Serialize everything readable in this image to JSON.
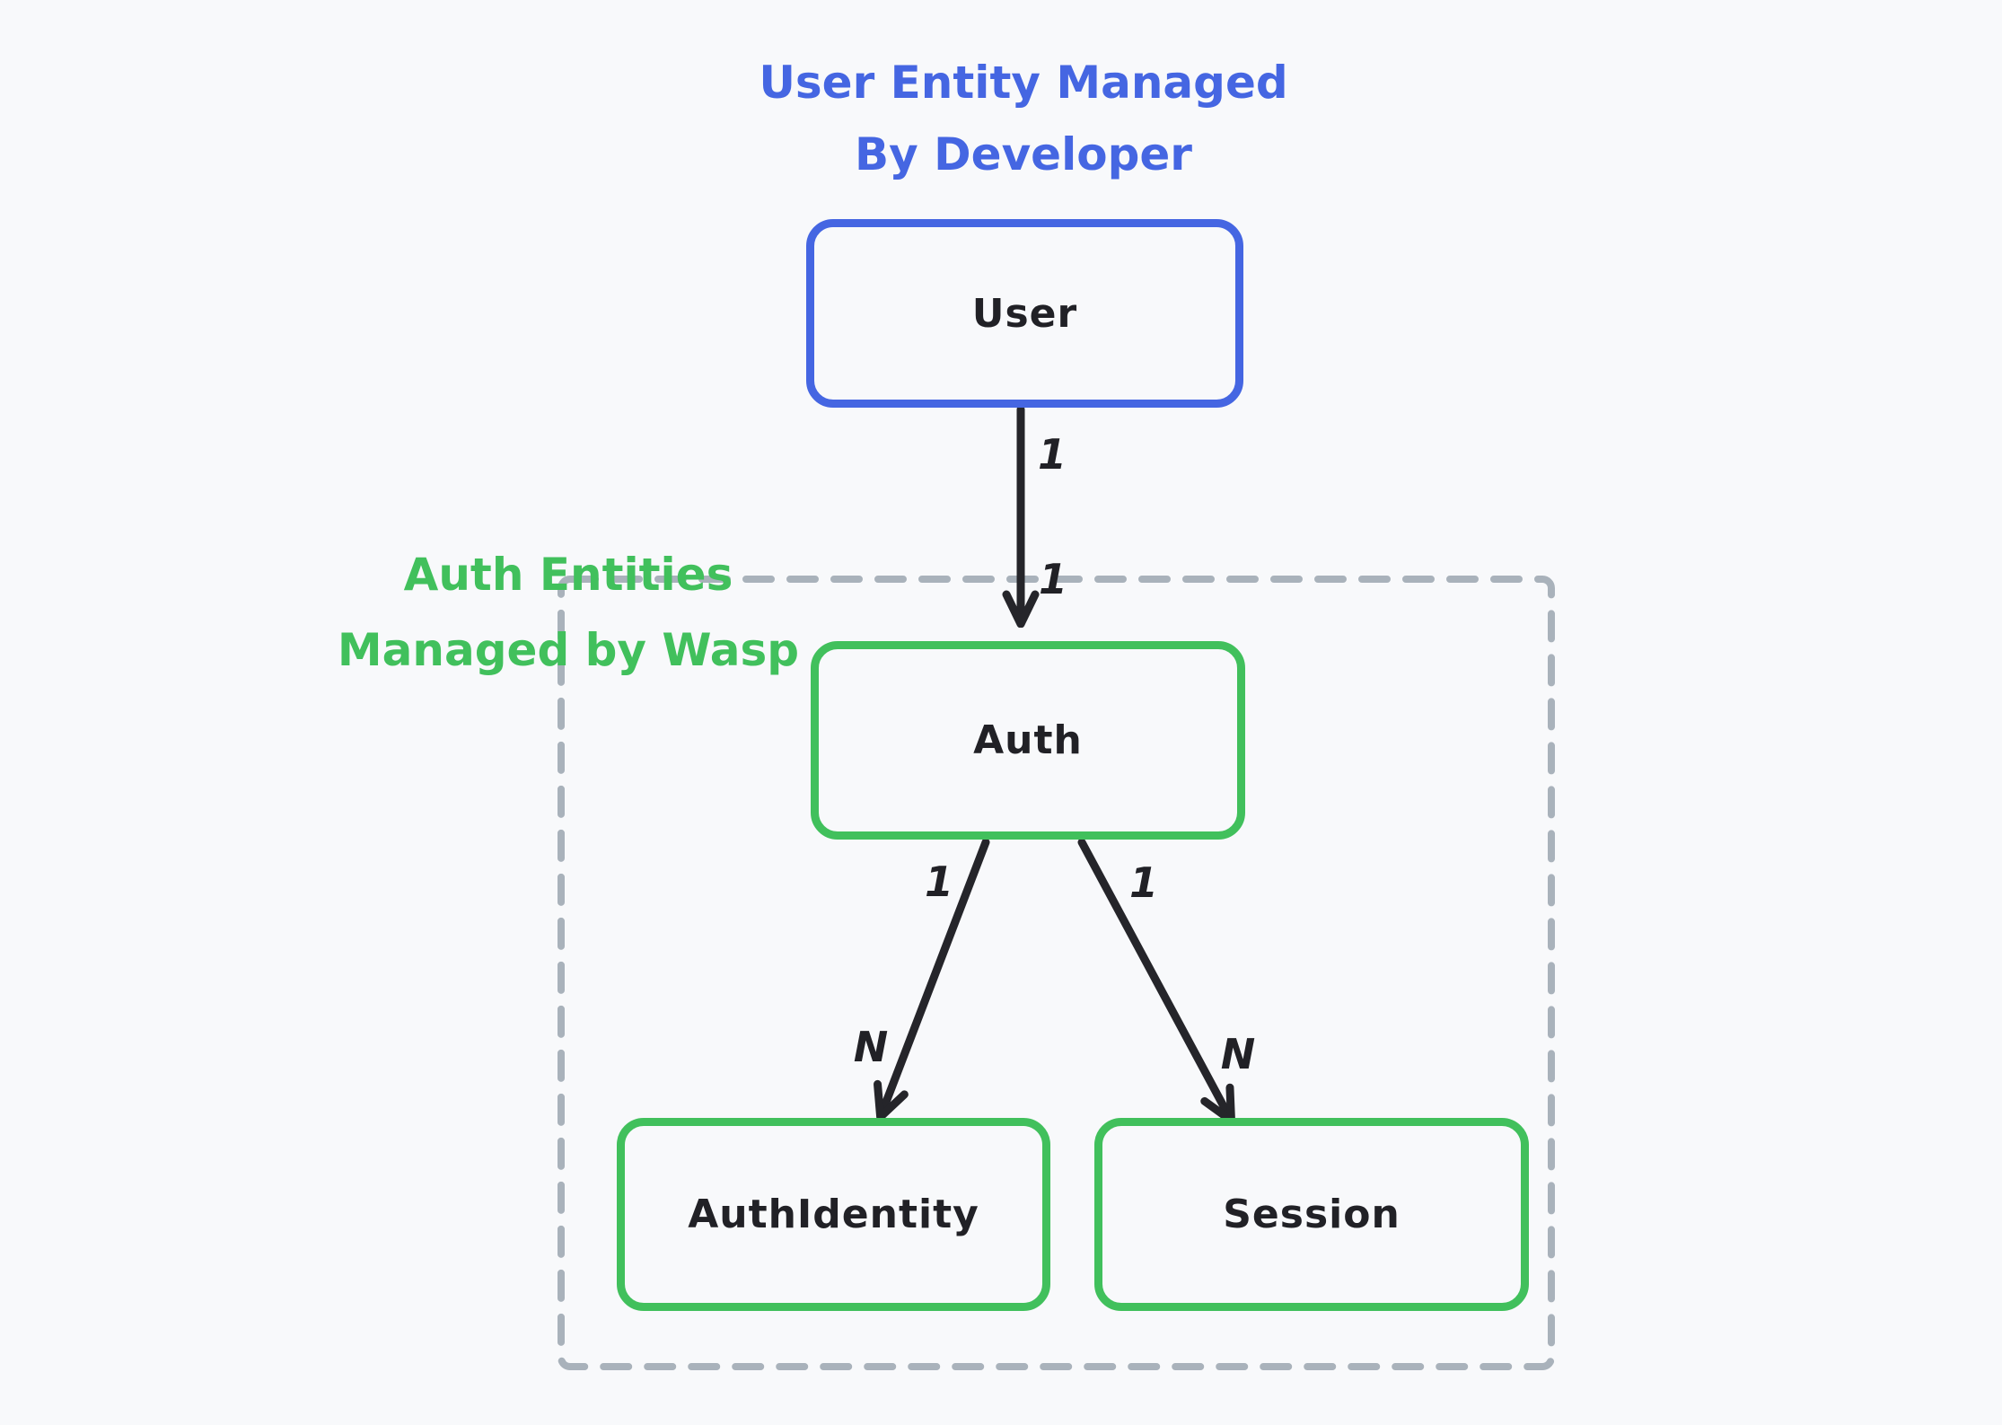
{
  "diagram": {
    "background_color": "#f8f9fb",
    "title": {
      "lines": [
        "User Entity Managed",
        "By Developer"
      ],
      "color": "#4566e2"
    },
    "group": {
      "label_lines": [
        "Auth Entities",
        "Managed by Wasp"
      ],
      "label_color": "#41c05c",
      "border_style": "dashed",
      "border_color": "#a9b2bb"
    },
    "nodes": [
      {
        "id": "user",
        "label": "User",
        "border_color": "#4566e2",
        "inside_group": false
      },
      {
        "id": "auth",
        "label": "Auth",
        "border_color": "#41c05c",
        "inside_group": true
      },
      {
        "id": "auth_identity",
        "label": "AuthIdentity",
        "border_color": "#41c05c",
        "inside_group": true
      },
      {
        "id": "session",
        "label": "Session",
        "border_color": "#41c05c",
        "inside_group": true
      }
    ],
    "edges": [
      {
        "id": "user_to_auth",
        "from": "User",
        "to": "Auth",
        "source_label": "1",
        "target_label": "1"
      },
      {
        "id": "auth_to_auth_identity",
        "from": "Auth",
        "to": "AuthIdentity",
        "source_label": "1",
        "target_label": "N"
      },
      {
        "id": "auth_to_session",
        "from": "Auth",
        "to": "Session",
        "source_label": "1",
        "target_label": "N"
      }
    ],
    "colors": {
      "edge_stroke": "#25252a",
      "text": "#212126"
    }
  }
}
